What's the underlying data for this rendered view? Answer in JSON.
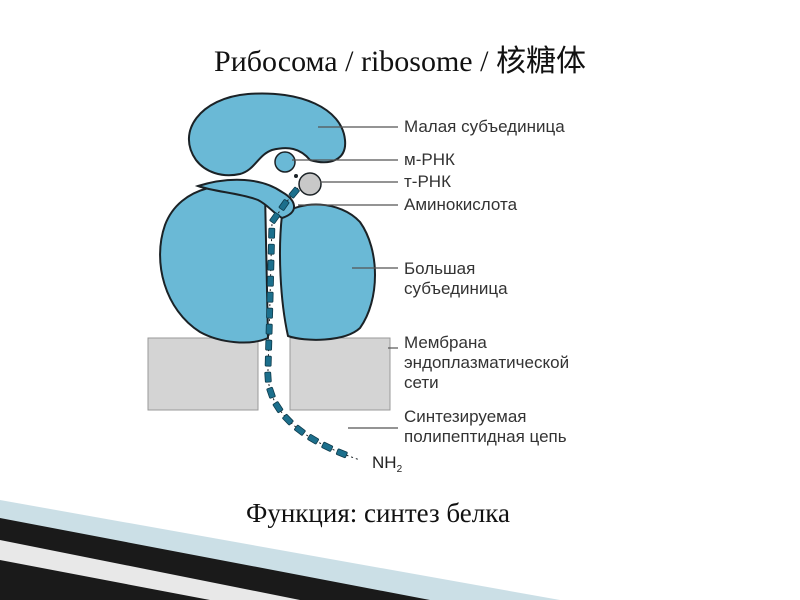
{
  "slide": {
    "title": "Рибосома / ribosome / 核糖体",
    "caption": "Функция: синтез белка"
  },
  "labels": {
    "small_subunit": "Малая субъединица",
    "mrna": "м-РНК",
    "trna": "т-РНК",
    "amino_acid": "Аминокислота",
    "large_subunit_1": "Большая",
    "large_subunit_2": "субъединица",
    "membrane_1": "Мембрана",
    "membrane_2": "эндоплазматической",
    "membrane_3": "сети",
    "chain_1": "Синтезируемая",
    "chain_2": "полипептидная цепь",
    "nh_main": "NH",
    "nh_sub": "2"
  },
  "colors": {
    "ribosome_fill": "#6ab9d6",
    "outline": "#1b2226",
    "chain_fill": "#1c6f8c",
    "membrane": "#d4d4d4",
    "trna_fill": "#c8c8c8",
    "corner_dark": "#1a1a1a",
    "corner_light": "#a9c9d6"
  }
}
